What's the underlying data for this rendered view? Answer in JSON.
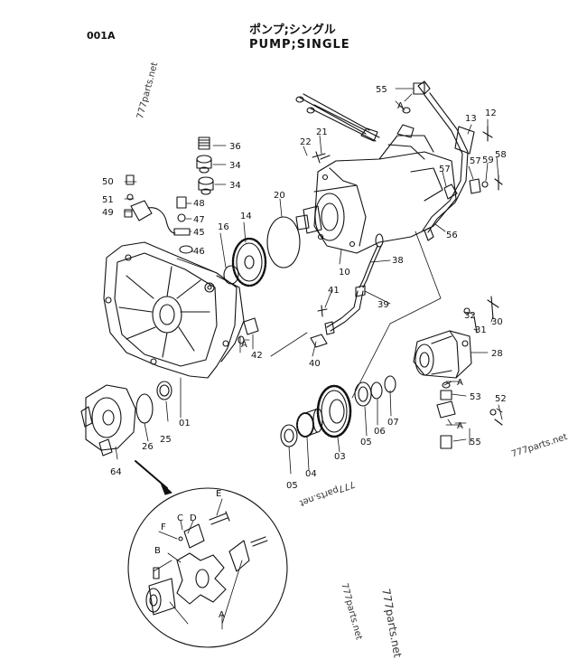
{
  "header": {
    "sheet_code": "001A",
    "title_jp": "ポンプ;シングル",
    "title_en": "PUMP;SINGLE"
  },
  "watermark": "777parts.net",
  "callout_labels": {
    "p01": "01",
    "p03": "03",
    "p04": "04",
    "p05a": "05",
    "p05b": "05",
    "p06": "06",
    "p07": "07",
    "p10": "10",
    "p12": "12",
    "p13": "13",
    "p14": "14",
    "p16": "16",
    "p20": "20",
    "p21": "21",
    "p22": "22",
    "p25": "25",
    "p26": "26",
    "p28": "28",
    "p30": "30",
    "p31": "31",
    "p32": "32",
    "p34a": "34",
    "p34b": "34",
    "p36": "36",
    "p38": "38",
    "p39": "39",
    "p40": "40",
    "p41": "41",
    "p42": "42",
    "p45": "45",
    "p46": "46",
    "p47": "47",
    "p48": "48",
    "p49": "49",
    "p50": "50",
    "p51": "51",
    "p52": "52",
    "p53": "53",
    "p55a": "55",
    "p55b": "55",
    "p56": "56",
    "p57a": "57",
    "p57b": "57",
    "p58": "58",
    "p59": "59",
    "p64": "64"
  },
  "letter_labels": {
    "A1": "A",
    "A2": "A",
    "A3": "A",
    "A4": "A",
    "A5": "A",
    "A6": "A",
    "B": "B",
    "C": "C",
    "D": "D",
    "E": "E",
    "F": "F"
  }
}
